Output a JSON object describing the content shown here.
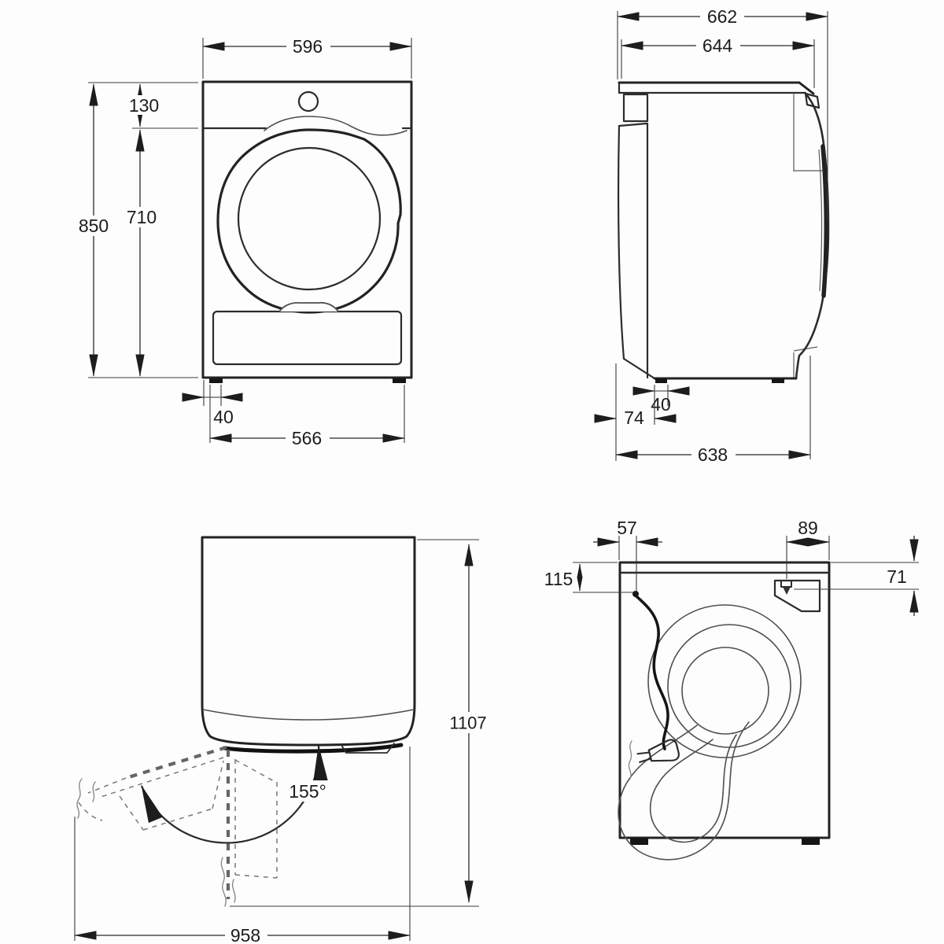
{
  "diagram": {
    "type": "appliance-dimension-drawing",
    "views": {
      "front": {
        "width": "596",
        "panel_height": "130",
        "total_height": "850",
        "door_region_height": "710",
        "foot_offset": "40",
        "feet_span": "566"
      },
      "side": {
        "depth_with_door": "662",
        "depth_body": "644",
        "foot_depth": "40",
        "rear_clearance": "74",
        "depth_base": "638"
      },
      "top_open": {
        "height_door_open": "1107",
        "door_angle": "155°",
        "width_door_open": "958"
      },
      "rear": {
        "cord_inset": "57",
        "hose_inset": "89",
        "cord_drop": "115",
        "hose_drop": "71"
      }
    }
  }
}
